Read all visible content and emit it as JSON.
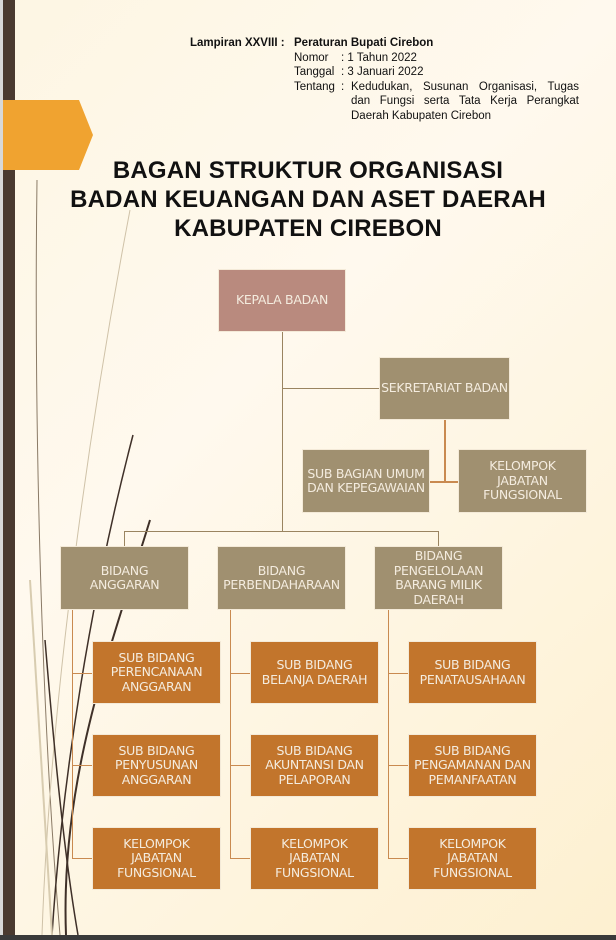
{
  "header": {
    "lampiran": "Lampiran XXVIII :",
    "peraturan": "Peraturan Bupati Cirebon",
    "nomor_label": "Nomor",
    "nomor_value": ": 1 Tahun 2022",
    "tanggal_label": "Tanggal",
    "tanggal_value": ": 3 Januari 2022",
    "tentang_label": "Tentang",
    "tentang_colon": ":",
    "tentang_value": "Kedudukan, Susunan Organisasi, Tugas dan Fungsi serta Tata Kerja Perangkat Daerah Kabupaten Cirebon"
  },
  "title": [
    "BAGAN STRUKTUR ORGANISASI",
    "BADAN KEUANGAN DAN ASET DAERAH",
    "KABUPATEN CIREBON"
  ],
  "org": {
    "kepala": "KEPALA BADAN",
    "sekretariat": "SEKRETARIAT BADAN",
    "sub_umum": "SUB BAGIAN UMUM\nDAN KEPEGAWAIAN",
    "sek_kelompok": "KELOMPOK\nJABATAN\nFUNGSIONAL",
    "bidang": [
      {
        "name": "BIDANG\nANGGARAN",
        "subs": [
          "SUB BIDANG\nPERENCANAAN\nANGGARAN",
          "SUB BIDANG\nPENYUSUNAN\nANGGARAN",
          "KELOMPOK\nJABATAN\nFUNGSIONAL"
        ]
      },
      {
        "name": "BIDANG\nPERBENDAHARAAN",
        "subs": [
          "SUB BIDANG\nBELANJA DAERAH",
          "SUB BIDANG\nAKUNTANSI DAN\nPELAPORAN",
          "KELOMPOK\nJABATAN\nFUNGSIONAL"
        ]
      },
      {
        "name": "BIDANG\nPENGELOLAAN\nBARANG MILIK\nDAERAH",
        "subs": [
          "SUB BIDANG\nPENATAUSAHAAN",
          "SUB BIDANG\nPENGAMANAN DAN\nPEMANFAATAN",
          "KELOMPOK\nJABATAN\nFUNGSIONAL"
        ]
      }
    ]
  },
  "colors": {
    "accent": "#f0a330",
    "strip": "#4a3a30",
    "tan": "#a09070",
    "rose": "#b98a7e",
    "orange": "#c2752c"
  }
}
